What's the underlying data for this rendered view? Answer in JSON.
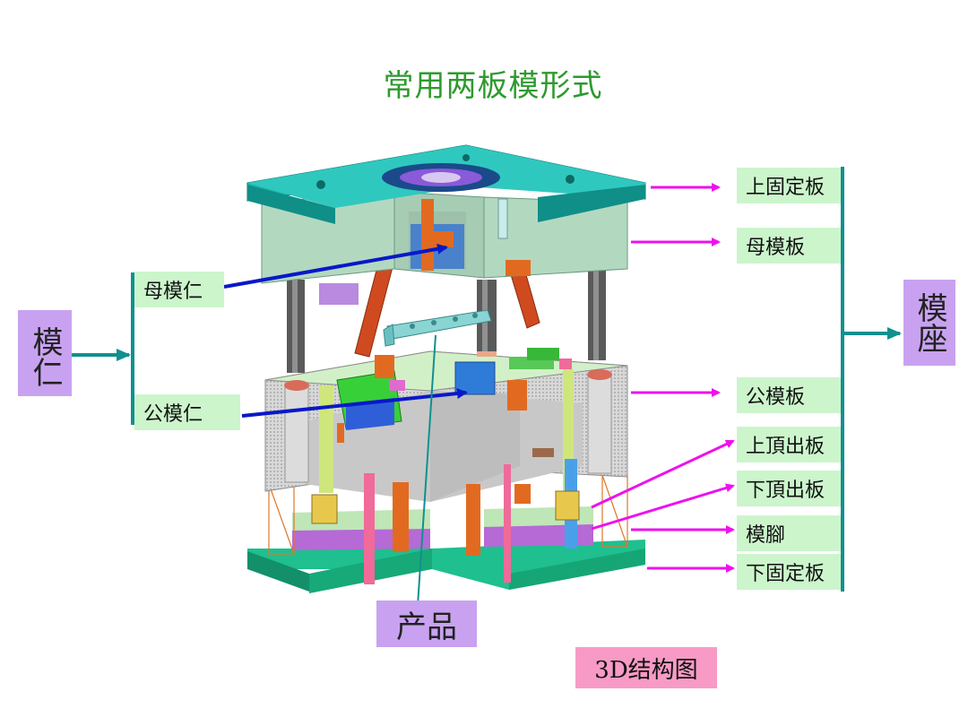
{
  "title": "常用两板模形式",
  "labels": {
    "top_clamp": "上固定板",
    "cavity_plate": "母模板",
    "core_plate": "公模板",
    "upper_ejector": "上頂出板",
    "lower_ejector": "下頂出板",
    "spacer": "模腳",
    "bottom_clamp": "下固定板",
    "cavity_insert": "母模仁",
    "core_insert": "公模仁",
    "insert_group": "模仁",
    "mold_base": "模座",
    "product": "产品",
    "caption": "3D结构图"
  },
  "colors": {
    "title": "#2e9a2e",
    "label_bg": "#ccf5cc",
    "group_bg": "#c8a2f0",
    "caption_bg": "#f79ac6",
    "magenta_arrow": "#ee11ee",
    "teal_line": "#109090",
    "blue_arrow": "#0818c8"
  }
}
